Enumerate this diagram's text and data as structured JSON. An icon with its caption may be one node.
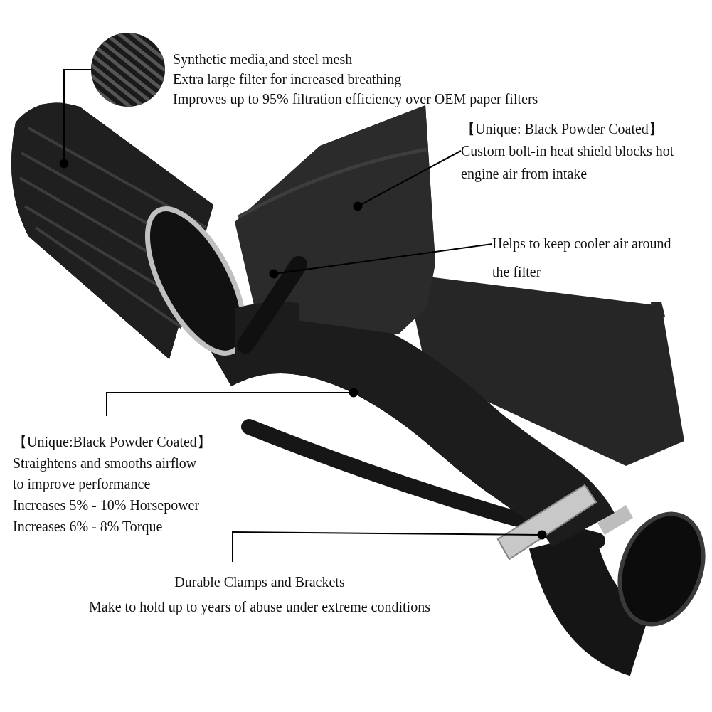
{
  "diagram": {
    "nodes": [
      {
        "text": [],
        "shape": "picture",
        "beside": [
          "Synthetic media,and steel mesh",
          "Extra large filter for increased breathing",
          "Improves up to 95% filtration efficiency over OEM paper filters"
        ]
      },
      {
        "text": [],
        "shape": "picture"
      },
      {
        "text": [
          "【Unique: Black Powder Coated】",
          "Custom bolt-in heat shield blocks hot engine air from intake"
        ]
      },
      {
        "text": [],
        "shape": "picture"
      },
      {
        "text": [
          "Helps to keep cooler air around the filter"
        ]
      },
      {
        "text": [],
        "shape": "picture"
      },
      {
        "text": [
          "【Unique:Black Powder Coated】",
          "Straightens and smooths airflow to improve performance",
          "Increases 5% - 10% Horsepower",
          "Increases 6% - 8% Torque"
        ]
      },
      {
        "text": [],
        "shape": "picture"
      },
      {
        "text": [
          "Durable Clamps and Brackets",
          "Make to hold up to years of abuse under extreme conditions"
        ]
      },
      {
        "text": [],
        "shape": "picture"
      }
    ],
    "edges": [
      {
        "from": 0,
        "to": 1,
        "arrow": "other"
      },
      {
        "from": 2,
        "to": 3,
        "arrow": "other"
      },
      {
        "from": 4,
        "to": 5,
        "arrow": "other"
      },
      {
        "from": 6,
        "to": 7,
        "arrow": "other"
      },
      {
        "from": 8,
        "to": 9,
        "arrow": "other"
      }
    ]
  }
}
